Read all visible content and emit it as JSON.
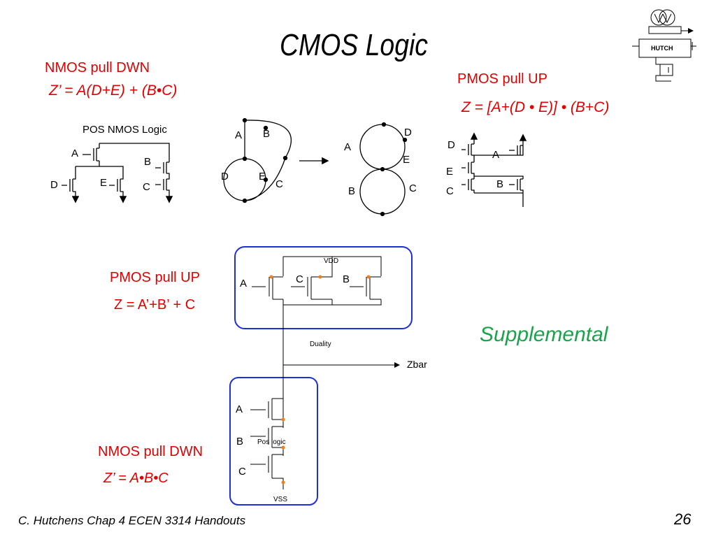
{
  "slide": {
    "title": "CMOS Logic",
    "left_heading": "NMOS pull DWN",
    "left_formula": "Z’ = A(D+E) + (B•C)",
    "right_heading": "PMOS pull UP",
    "right_formula": "Z = [A+(D • E)] • (B+C)",
    "mid_pmos_heading": "PMOS pull UP",
    "mid_pmos_formula": "Z = A’+B’ + C",
    "mid_nmos_heading": "NMOS pull DWN",
    "mid_nmos_formula": "Z’ = A•B•C",
    "supplemental": "Supplemental",
    "footer": "C. Hutchens Chap 4 ECEN 3314 Handouts",
    "page_number": "26"
  },
  "diagrams": {
    "pos_nmos": {
      "title": "POS NMOS Logic",
      "labels": [
        "A",
        "B",
        "D",
        "E",
        "C"
      ]
    },
    "graph1": {
      "labels": [
        "A",
        "B",
        "D",
        "E",
        "C"
      ]
    },
    "graph2": {
      "labels": [
        "D",
        "A",
        "E",
        "B",
        "C"
      ]
    },
    "pmos_network": {
      "labels": [
        "D",
        "A",
        "E",
        "B",
        "C"
      ]
    },
    "schematic": {
      "vdd": "VDD",
      "pmos_labels": [
        "A",
        "C",
        "B"
      ],
      "duality": "Duality",
      "output": "Zbar",
      "nmos_labels": [
        "A",
        "B",
        "C"
      ],
      "pos_logic": "Pos logic",
      "vss": "VSS"
    },
    "logo": {
      "text": "HUTCH"
    }
  },
  "colors": {
    "red": "#e00000",
    "green": "#1aa34a",
    "box_blue": "#1f2fd6",
    "node_orange": "#f07f1e"
  }
}
